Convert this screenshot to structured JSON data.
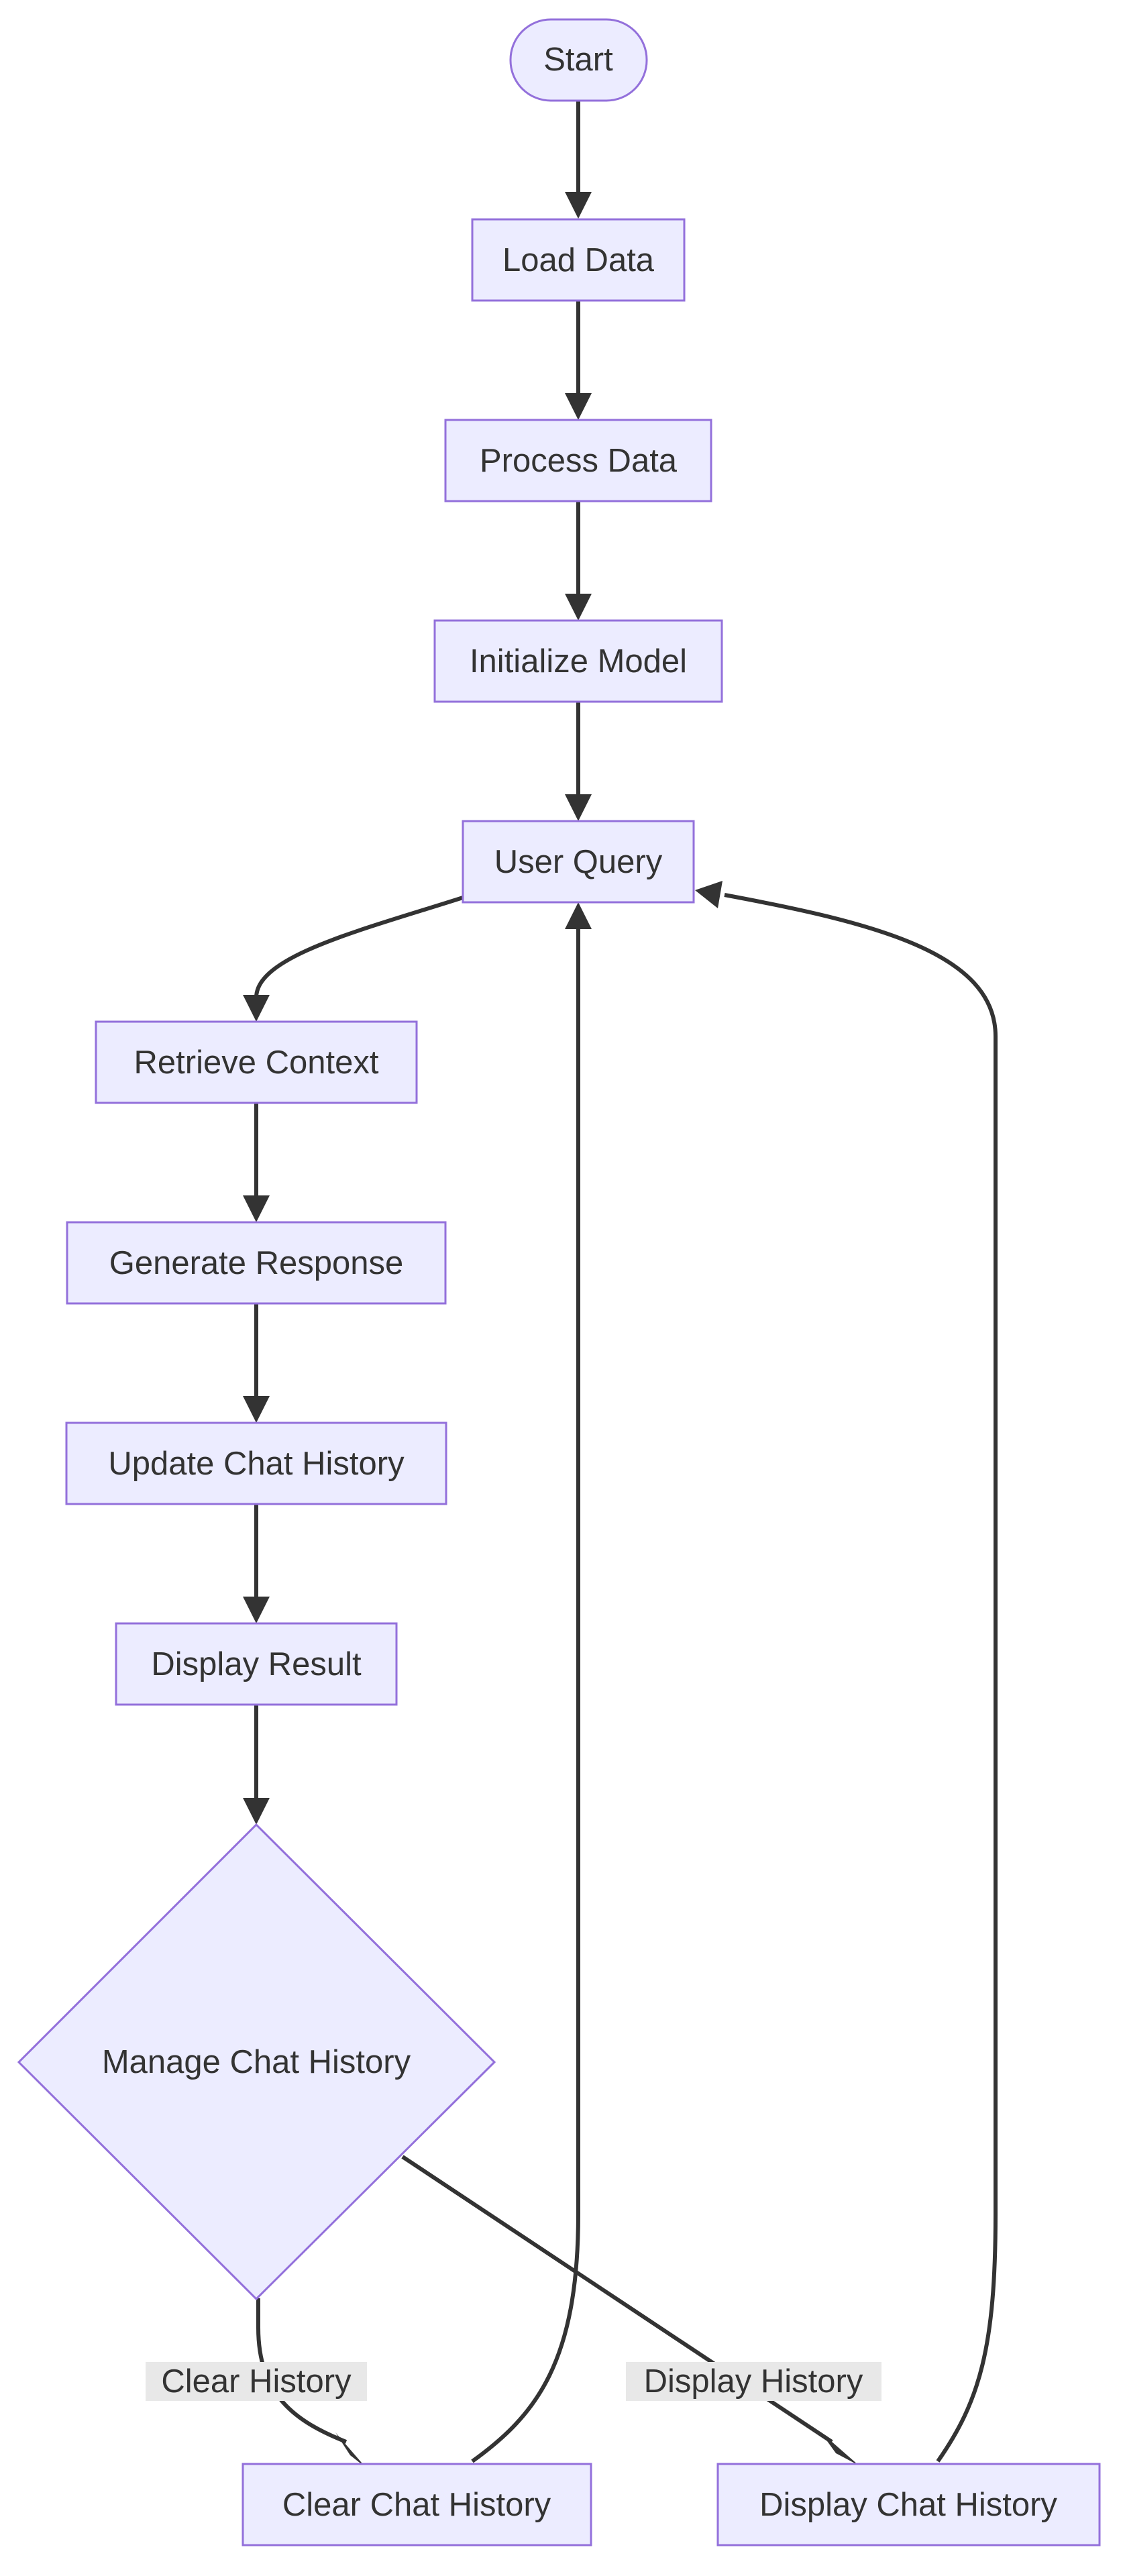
{
  "diagram": {
    "type": "flowchart",
    "nodes": {
      "start": "Start",
      "load_data": "Load Data",
      "process_data": "Process Data",
      "initialize_model": "Initialize Model",
      "user_query": "User Query",
      "retrieve_context": "Retrieve Context",
      "generate_response": "Generate Response",
      "update_chat_history": "Update Chat History",
      "display_result": "Display Result",
      "manage_chat_history": "Manage Chat History",
      "clear_chat_history": "Clear Chat History",
      "display_chat_history": "Display Chat History"
    },
    "edges": [
      {
        "from": "start",
        "to": "load_data"
      },
      {
        "from": "load_data",
        "to": "process_data"
      },
      {
        "from": "process_data",
        "to": "initialize_model"
      },
      {
        "from": "initialize_model",
        "to": "user_query"
      },
      {
        "from": "user_query",
        "to": "retrieve_context"
      },
      {
        "from": "retrieve_context",
        "to": "generate_response"
      },
      {
        "from": "generate_response",
        "to": "update_chat_history"
      },
      {
        "from": "update_chat_history",
        "to": "display_result"
      },
      {
        "from": "display_result",
        "to": "manage_chat_history"
      },
      {
        "from": "manage_chat_history",
        "to": "clear_chat_history",
        "label": "Clear History"
      },
      {
        "from": "manage_chat_history",
        "to": "display_chat_history",
        "label": "Display History"
      },
      {
        "from": "clear_chat_history",
        "to": "user_query"
      },
      {
        "from": "display_chat_history",
        "to": "user_query"
      }
    ],
    "edge_labels": {
      "clear": "Clear History",
      "display": "Display History"
    },
    "colors": {
      "node_fill": "#ECECFF",
      "node_stroke": "#9370DB",
      "edge": "#333333",
      "label_bg": "#e8e8e8",
      "text": "#333333"
    }
  }
}
